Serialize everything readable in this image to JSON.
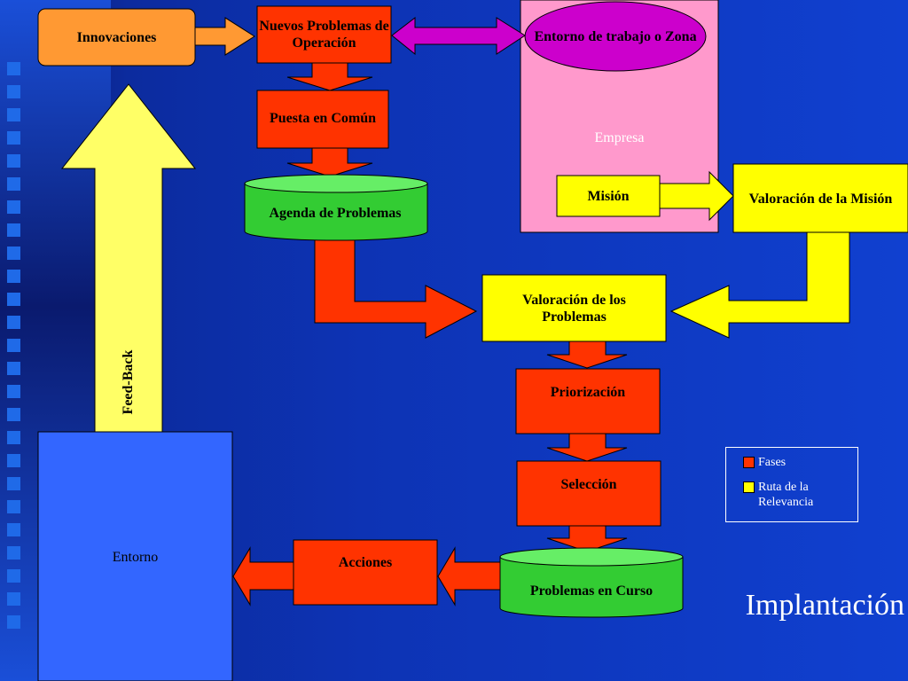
{
  "slide": {
    "title": "Implantación"
  },
  "nodes": {
    "innovaciones": "Innovaciones",
    "nuevos_problemas": "Nuevos Problemas de Operación",
    "entorno_trabajo": "Entorno de trabajo o Zona",
    "empresa": "Empresa",
    "puesta_comun": "Puesta en Común",
    "agenda": "Agenda de Problemas",
    "mision": "Misión",
    "valoracion_mision": "Valoración de la Misión",
    "valoracion_problemas": "Valoración de los Problemas",
    "priorizacion": "Priorización",
    "seleccion": "Selección",
    "problemas_curso": "Problemas en Curso",
    "acciones": "Acciones",
    "entorno": "Entorno",
    "feedback": "Feed-Back"
  },
  "legend": {
    "fases": "Fases",
    "ruta": "Ruta de la Relevancia"
  },
  "colors": {
    "phase_red": "#ff3300",
    "route_yellow": "#ffff00",
    "green": "#33cc33",
    "orange": "#ff9933",
    "pink": "#ff99cc",
    "purple": "#cc00cc",
    "entorno_blue": "#3366ff"
  }
}
